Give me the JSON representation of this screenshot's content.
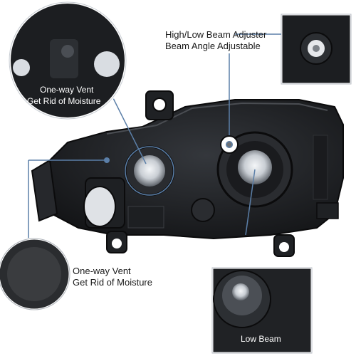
{
  "callouts": {
    "top_left": {
      "line1": "One-way Vent",
      "line2": "Get Rid of Moisture"
    },
    "top_right": {
      "line1": "High/Low Beam Adjuster",
      "line2": "Beam Angle Adjustable"
    },
    "bottom_left": {
      "line1": "One-way Vent",
      "line2": "Get Rid of Moisture"
    },
    "bottom_right": {
      "line1": "Low Beam"
    }
  },
  "colors": {
    "accent": "#5b7fa8",
    "housing": "#1b1d20"
  }
}
